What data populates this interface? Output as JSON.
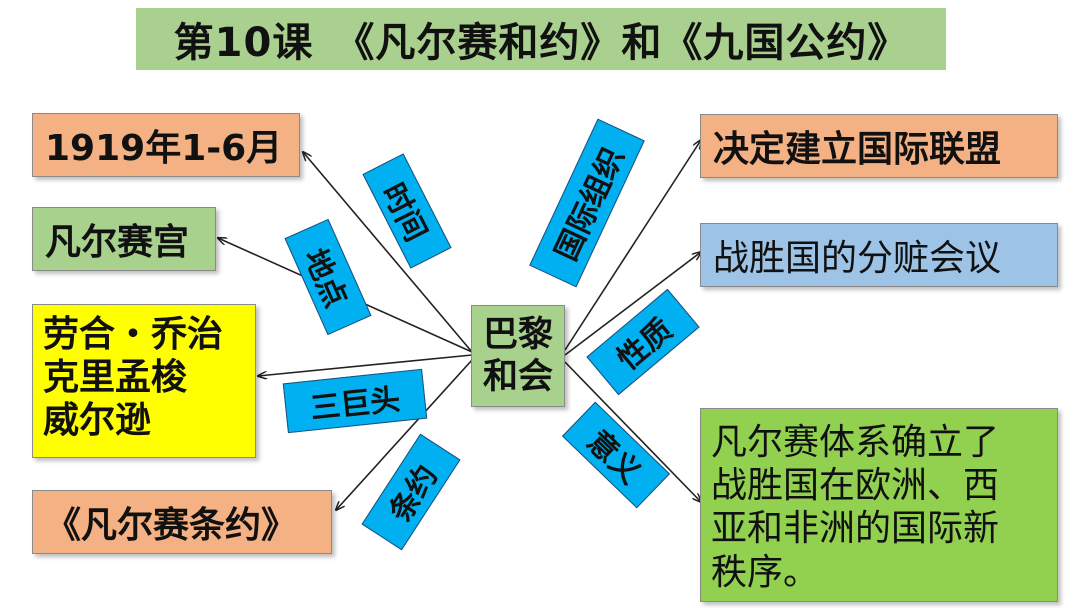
{
  "title": "第10课　《凡尔赛和约》和《九国公约》",
  "center": {
    "line1": "巴黎",
    "line2": "和会"
  },
  "left_branches": [
    {
      "tag": "时间",
      "value": "1919年1-6月"
    },
    {
      "tag": "地点",
      "value": "凡尔赛宫"
    },
    {
      "tag": "三巨头",
      "value_lines": [
        "劳合・乔治",
        "克里孟梭",
        "威尔逊"
      ]
    },
    {
      "tag": "条约",
      "value": "《凡尔赛条约》"
    }
  ],
  "right_branches": [
    {
      "tag": "国际组织",
      "value": "决定建立国际联盟"
    },
    {
      "tag": "性质",
      "value": "战胜国的分赃会议"
    },
    {
      "tag": "意义",
      "value_lines": [
        "凡尔赛体系确立了",
        "战胜国在欧洲、西",
        "亚和非洲的国际新",
        "秩序。"
      ]
    }
  ],
  "colors": {
    "title_bg": "#a9d08e",
    "tag_bg": "#00b0f0",
    "orange": "#f4b183",
    "green": "#a9d18e",
    "yellow": "#ffff00",
    "blue": "#9dc3e6",
    "bright_green": "#92d050"
  }
}
